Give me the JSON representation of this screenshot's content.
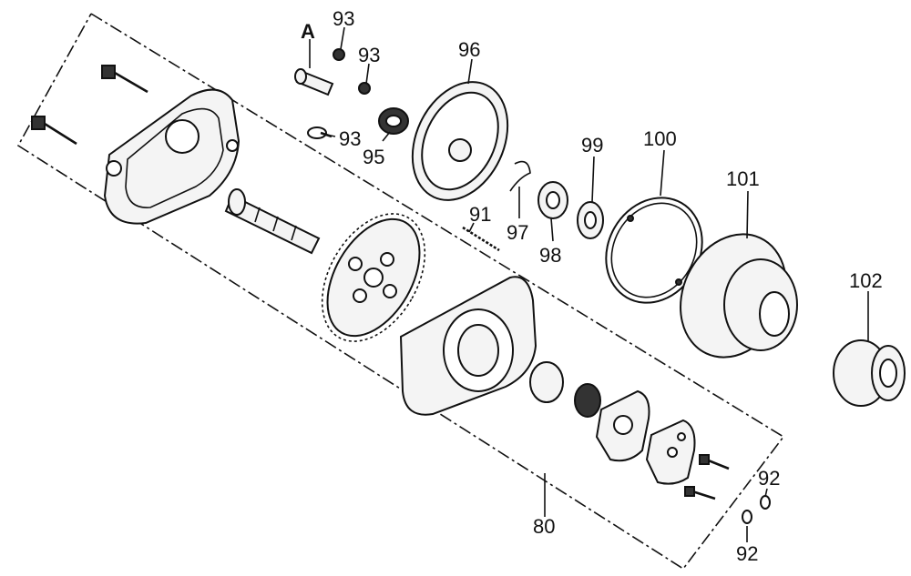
{
  "diagram": {
    "marker_a": "A",
    "callouts": {
      "p80": "80",
      "p91": "91",
      "p92_top": "92",
      "p92_bottom": "92",
      "p93_a": "93",
      "p93_b": "93",
      "p93_c": "93",
      "p95": "95",
      "p96": "96",
      "p97": "97",
      "p98": "98",
      "p99": "99",
      "p100": "100",
      "p101": "101",
      "p102": "102"
    }
  }
}
